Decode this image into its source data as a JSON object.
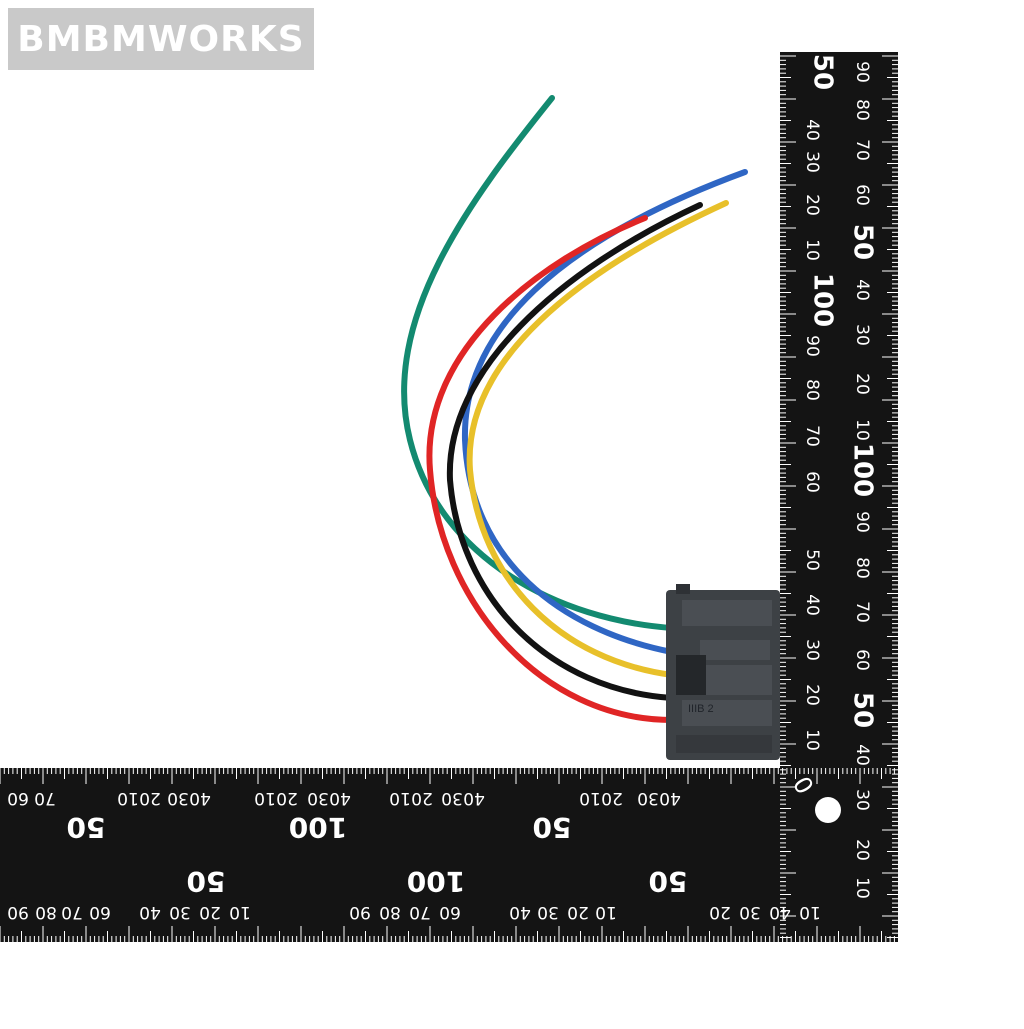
{
  "brand": {
    "watermark": "BMBMWORKS"
  },
  "photo": {
    "background_color": "#ffffff",
    "ruler_color": "#141414",
    "marking_color": "#ffffff"
  },
  "connector": {
    "housing_color": "#3d4145",
    "label": "IIIB 2"
  },
  "wires": [
    {
      "name": "green",
      "color": "#138a70"
    },
    {
      "name": "blue",
      "color": "#2f66c4"
    },
    {
      "name": "yellow",
      "color": "#e8c02a"
    },
    {
      "name": "black",
      "color": "#121212"
    },
    {
      "name": "red",
      "color": "#e02525"
    }
  ],
  "vertical_ruler": {
    "major_labels_left": [
      "50",
      "100"
    ],
    "minor_labels_left": [
      "40",
      "30",
      "20",
      "10",
      "90",
      "80",
      "70",
      "60",
      "50",
      "40",
      "30",
      "20",
      "10"
    ],
    "right_column": [
      "90",
      "80",
      "70",
      "60",
      "50",
      "40",
      "30",
      "20",
      "10",
      "100",
      "90",
      "80",
      "70",
      "60",
      "50",
      "40",
      "30",
      "20",
      "10"
    ],
    "corner_label": "0"
  },
  "horizontal_ruler": {
    "top_row": [
      "60",
      "70",
      "10",
      "20",
      "30",
      "40",
      "10",
      "20",
      "30",
      "40",
      "10",
      "20",
      "30",
      "40",
      "10",
      "20",
      "30",
      "40"
    ],
    "major_top": [
      "50",
      "100",
      "50"
    ],
    "major_bottom": [
      "50",
      "100",
      "50"
    ],
    "bottom_row": [
      "90",
      "80",
      "70",
      "60",
      "40",
      "30",
      "20",
      "10",
      "90",
      "80",
      "70",
      "60",
      "40",
      "30",
      "20",
      "10",
      "20",
      "30",
      "40",
      "10"
    ]
  }
}
